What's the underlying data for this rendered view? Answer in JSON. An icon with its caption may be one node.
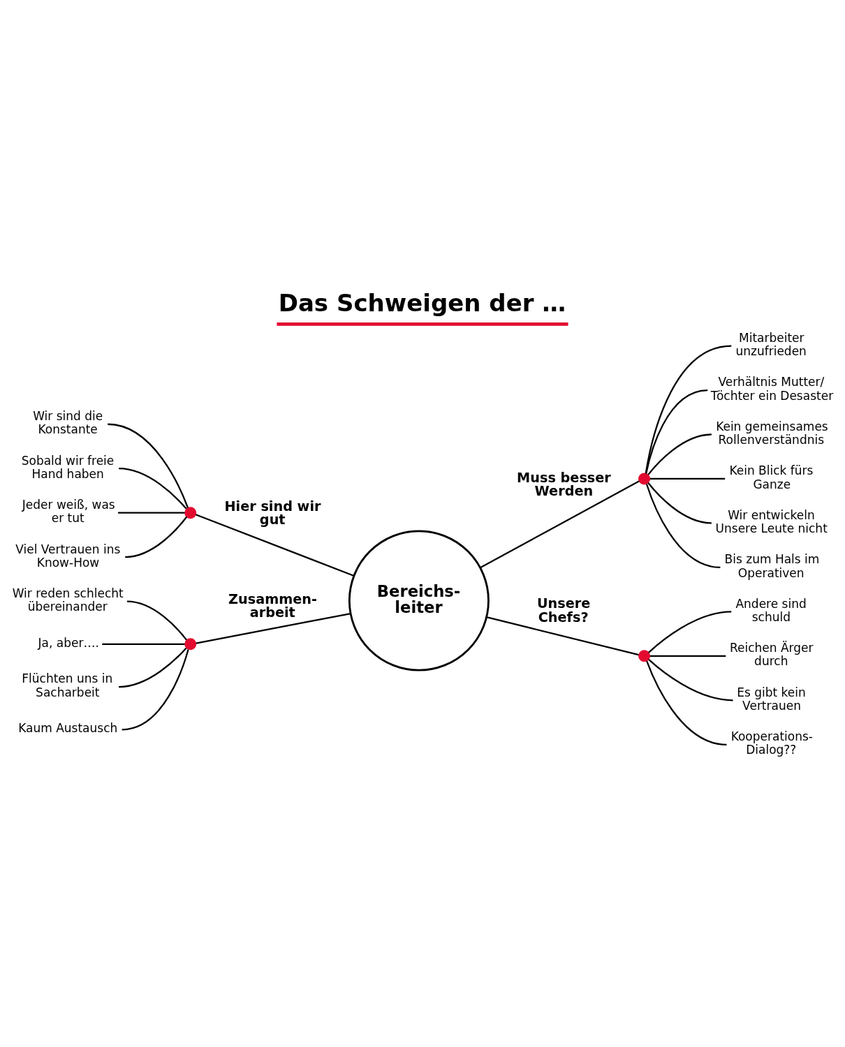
{
  "diagram": {
    "title": "Das Schweigen der …",
    "nodes": [
      {
        "text": [
          "Bereichs- leiter"
        ]
      },
      {
        "text": [],
        "shape": "circle"
      },
      {
        "text": [
          "Wir sind die Konstante"
        ]
      },
      {
        "text": [
          "Sobald wir freie Hand haben"
        ]
      },
      {
        "text": [
          "Jeder weiß, was er tut"
        ]
      },
      {
        "text": [
          "Viel Vertrauen ins Know-How"
        ]
      },
      {
        "text": [],
        "shape": "circle"
      },
      {
        "text": [
          "Mitarbeiter unzufrieden"
        ]
      },
      {
        "text": [
          "Verhältnis Mutter/ Töchter ein Desaster"
        ]
      },
      {
        "text": [
          "Kein gemeinsames Rollenverständnis"
        ]
      },
      {
        "text": [
          "Kein Blick fürs Ganze"
        ]
      },
      {
        "text": [
          "Wir entwickeln Unsere Leute nicht"
        ]
      },
      {
        "text": [
          "Bis zum Hals im Operativen"
        ]
      },
      {
        "text": [],
        "shape": "circle"
      },
      {
        "text": [
          "Wir reden schlecht übereinander"
        ]
      },
      {
        "text": [
          "Ja, aber…."
        ]
      },
      {
        "text": [
          "Flüchten uns in Sacharbeit"
        ]
      },
      {
        "text": [
          "Kaum Austausch"
        ]
      },
      {
        "text": [],
        "shape": "circle"
      },
      {
        "text": [
          "Andere sind schuld"
        ]
      },
      {
        "text": [
          "Reichen Ärger durch"
        ]
      },
      {
        "text": [
          "Es gibt kein Vertrauen"
        ]
      },
      {
        "text": [
          "Kooperations- Dialog??"
        ]
      }
    ],
    "edges": [
      {
        "from": 1,
        "to": 0,
        "arrow": "none",
        "label": "Hier sind wir gut"
      },
      {
        "from": 2,
        "to": 1,
        "arrow": "none"
      },
      {
        "from": 3,
        "to": 1,
        "arrow": "none"
      },
      {
        "from": 4,
        "to": 1,
        "arrow": "none"
      },
      {
        "from": 5,
        "to": 1,
        "arrow": "none"
      },
      {
        "from": 0,
        "to": 6,
        "arrow": "none",
        "label": "Muss besser Werden"
      },
      {
        "from": 6,
        "to": 7,
        "arrow": "none"
      },
      {
        "from": 6,
        "to": 8,
        "arrow": "none"
      },
      {
        "from": 6,
        "to": 9,
        "arrow": "none"
      },
      {
        "from": 6,
        "to": 10,
        "arrow": "none"
      },
      {
        "from": 6,
        "to": 11,
        "arrow": "none"
      },
      {
        "from": 6,
        "to": 12,
        "arrow": "none"
      },
      {
        "from": 13,
        "to": 0,
        "arrow": "none",
        "label": "Zusammen- arbeit"
      },
      {
        "from": 14,
        "to": 13,
        "arrow": "none"
      },
      {
        "from": 15,
        "to": 13,
        "arrow": "none"
      },
      {
        "from": 16,
        "to": 13,
        "arrow": "none"
      },
      {
        "from": 17,
        "to": 13,
        "arrow": "none"
      },
      {
        "from": 0,
        "to": 18,
        "arrow": "none",
        "label": "Unsere Chefs?"
      },
      {
        "from": 18,
        "to": 19,
        "arrow": "none"
      },
      {
        "from": 18,
        "to": 20,
        "arrow": "none"
      },
      {
        "from": 18,
        "to": 21,
        "arrow": "none"
      },
      {
        "from": 18,
        "to": 22,
        "arrow": "none"
      }
    ]
  }
}
